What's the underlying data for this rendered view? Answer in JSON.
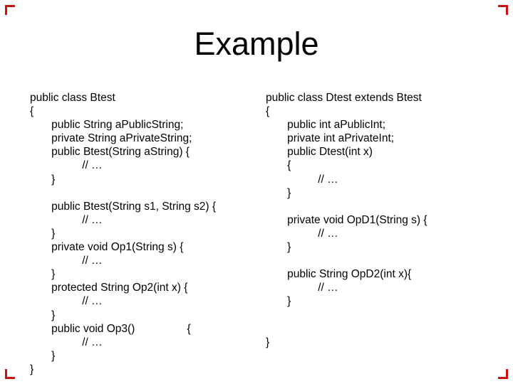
{
  "slide": {
    "title": "Example",
    "colors": {
      "background": "#ffffff",
      "text": "#000000",
      "corner_marks": "#cc1111"
    },
    "code_columns": {
      "left": [
        "public class Btest",
        "{",
        "       public String aPublicString;",
        "       private String aPrivateString;",
        "       public Btest(String aString) {",
        "                 // …",
        "       }",
        "",
        "       public Btest(String s1, String s2) {",
        "                 // …",
        "       }",
        "       private void Op1(String s) {",
        "                 // …",
        "       }",
        "       protected String Op2(int x) {",
        "                 // …",
        "       }",
        "       public void Op3()                 {",
        "                 // …",
        "       }",
        "}"
      ],
      "right": [
        "public class Dtest extends Btest",
        "{",
        "       public int aPublicInt;",
        "       private int aPrivateInt;",
        "       public Dtest(int x)",
        "       {",
        "                 // …",
        "       }",
        "",
        "       private void OpD1(String s) {",
        "                 // …",
        "       }",
        "",
        "       public String OpD2(int x){",
        "                 // …",
        "       }",
        "",
        "",
        "}"
      ]
    }
  }
}
